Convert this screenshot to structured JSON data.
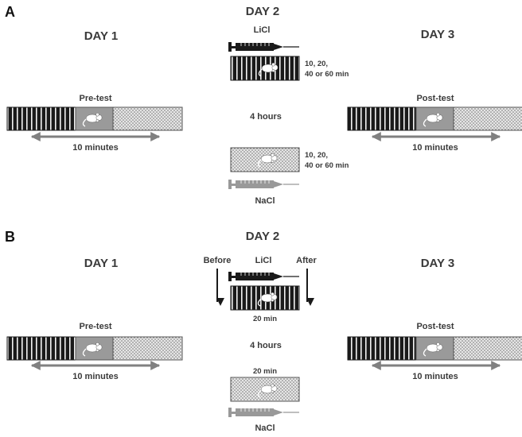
{
  "panels": [
    {
      "letter": "A",
      "day1": "DAY 1",
      "day2": "DAY 2",
      "day3": "DAY 3",
      "pretest": "Pre-test",
      "posttest": "Post-test",
      "duration_left": "10 minutes",
      "duration_right": "10 minutes",
      "interval": "4 hours",
      "drug_top": "LiCl",
      "drug_bottom": "NaCl",
      "time_top_lines": [
        "10, 20,",
        "40 or 60 min"
      ],
      "time_bottom_lines": [
        "10, 20,",
        "40 or 60 min"
      ]
    },
    {
      "letter": "B",
      "day1": "DAY 1",
      "day2": "DAY 2",
      "day3": "DAY 3",
      "pretest": "Pre-test",
      "posttest": "Post-test",
      "duration_left": "10 minutes",
      "duration_right": "10 minutes",
      "interval": "4 hours",
      "drug_top": "LiCl",
      "drug_bottom": "NaCl",
      "before": "Before",
      "after": "After",
      "time_top": "20 min",
      "time_bottom": "20 min"
    }
  ],
  "colors": {
    "stripe_dark": "#1a1a1a",
    "stripe_light": "#f2f2f2",
    "middle": "#9a9a9a",
    "dotted_bg": "#e6e6e6",
    "syringe_licl": "#1a1a1a",
    "syringe_nacl": "#999999",
    "arrow": "#808080"
  }
}
